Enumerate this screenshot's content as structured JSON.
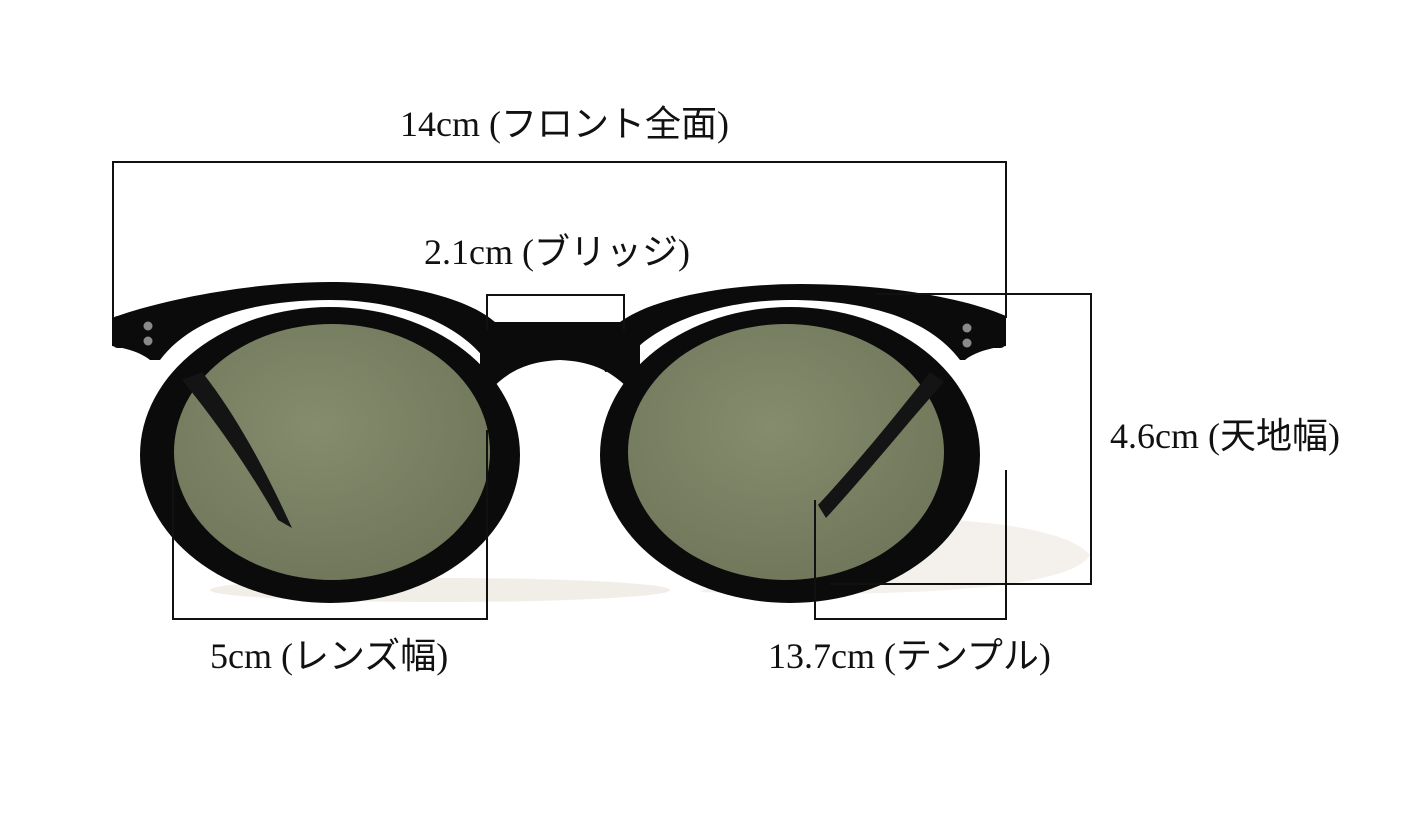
{
  "labels": {
    "front_width": "14cm (フロント全面)",
    "bridge": "2.1cm (ブリッジ)",
    "lens_height": "4.6cm (天地幅)",
    "lens_width": "5cm (レンズ幅)",
    "temple": "13.7cm (テンプル)"
  },
  "colors": {
    "background": "#ffffff",
    "frame": "#0b0b0b",
    "lens": "#7d8466",
    "measure_line": "#111111",
    "shadow": "#e9e4dc"
  }
}
